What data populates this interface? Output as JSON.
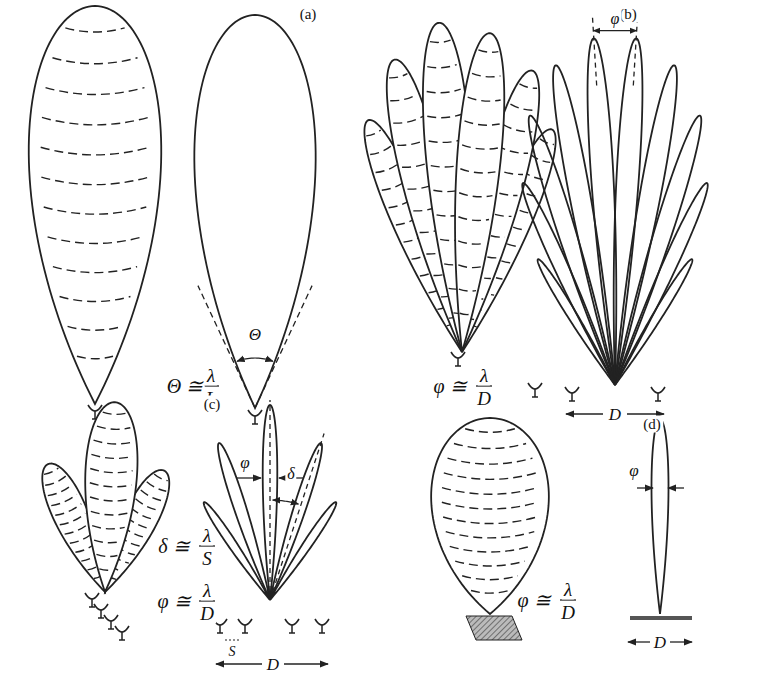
{
  "diagram": {
    "labels": [
      "(a)",
      "Θ ≅",
      "λ",
      "L",
      "Θ",
      "(b)",
      "φ",
      "φ ≅",
      "λ",
      "D",
      "D",
      "(c)",
      "δ ≅",
      "λ",
      "S",
      "φ ≅",
      "λ",
      "D",
      "φ",
      "δ",
      "S",
      "D",
      "(d)",
      "φ ≅",
      "λ",
      "D",
      "φ",
      "D"
    ]
  }
}
